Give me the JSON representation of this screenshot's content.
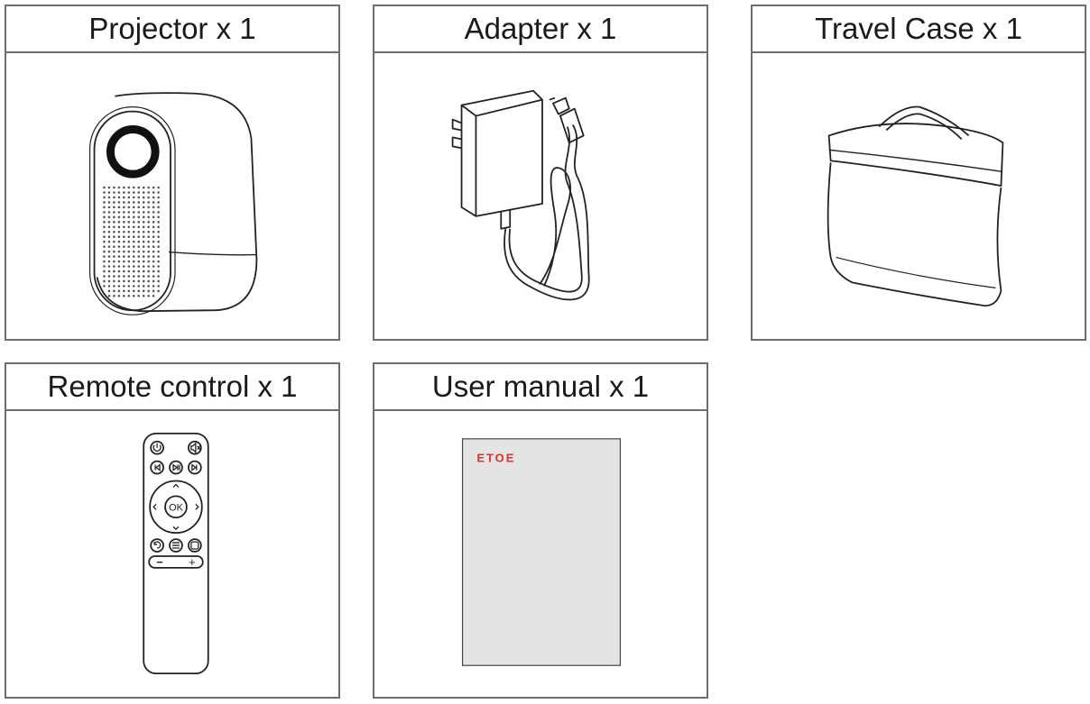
{
  "items": [
    {
      "id": "projector",
      "label": "Projector x 1"
    },
    {
      "id": "adapter",
      "label": "Adapter x 1"
    },
    {
      "id": "case",
      "label": "Travel Case x 1"
    },
    {
      "id": "remote",
      "label": "Remote control x 1"
    },
    {
      "id": "manual",
      "label": "User manual x 1"
    }
  ],
  "remote": {
    "ok_label": "OK",
    "minus_label": "−",
    "plus_label": "+"
  },
  "manual": {
    "brand": "ETOE",
    "brand_color": "#e0312b"
  },
  "icons": [
    "power-icon",
    "mute-icon",
    "prev-icon",
    "play-pause-icon",
    "next-icon",
    "back-icon",
    "menu-icon",
    "settings-icon"
  ]
}
